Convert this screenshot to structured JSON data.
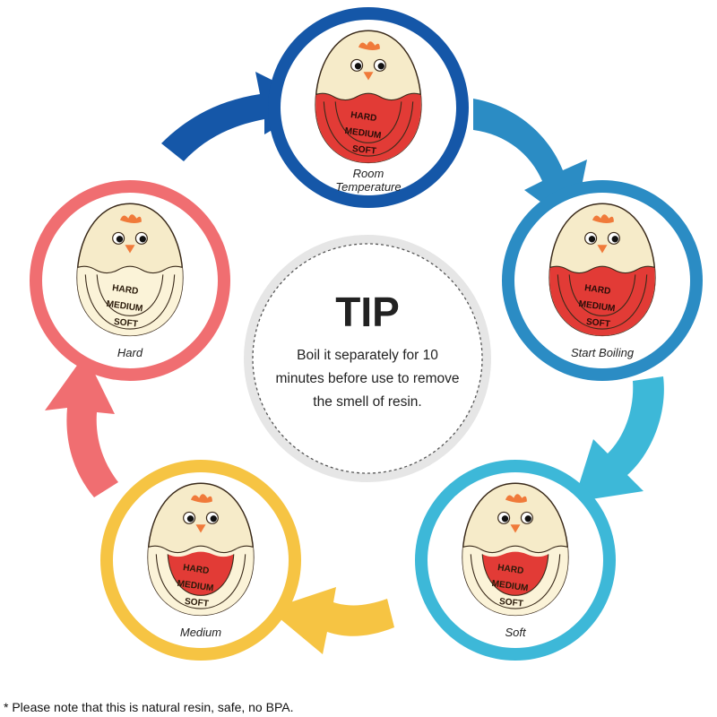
{
  "tip": {
    "title": "TIP",
    "line1": "Boil it separately for 10",
    "line2": "minutes before use to remove",
    "line3": "the smell of resin."
  },
  "egg_marks": {
    "hard": "HARD",
    "medium": "MEDIUM",
    "soft": "SOFT"
  },
  "stages": [
    {
      "id": "room",
      "label_line1": "Room",
      "label_line2": "Temperature",
      "ring_color": "#1557a8",
      "fill": "full"
    },
    {
      "id": "start",
      "label_line1": "Start Boiling",
      "label_line2": "",
      "ring_color": "#2b8cc4",
      "fill": "full"
    },
    {
      "id": "soft",
      "label_line1": "Soft",
      "label_line2": "",
      "ring_color": "#3db8d8",
      "fill": "hard-only"
    },
    {
      "id": "medium",
      "label_line1": "Medium",
      "label_line2": "",
      "ring_color": "#f6c443",
      "fill": "hard-only"
    },
    {
      "id": "hard",
      "label_line1": "Hard",
      "label_line2": "",
      "ring_color": "#f06e71",
      "fill": "none"
    }
  ],
  "colors": {
    "egg_shell": "#f6ebc9",
    "egg_red": "#e23b36",
    "comb": "#f07a3a",
    "beak": "#f07a3a",
    "outline": "#3a2a1a"
  },
  "footnote": "* Please note that this is natural resin, safe, no BPA."
}
